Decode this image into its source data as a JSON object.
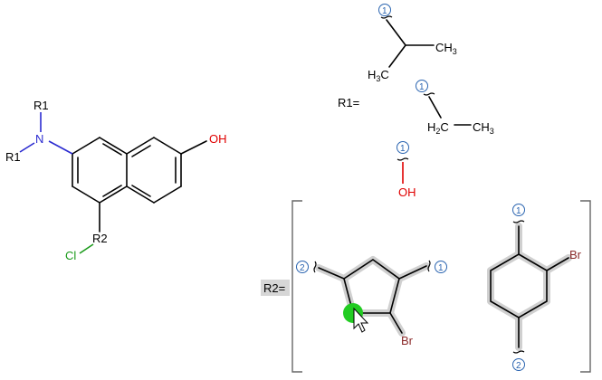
{
  "core": {
    "r1_top": "R1",
    "r1_left": "R1",
    "nitrogen": "N",
    "hydroxyl": "OH",
    "r2": "R2",
    "chlorine": "Cl"
  },
  "r1_group": {
    "label": "R1=",
    "isopropyl": {
      "attach": "1",
      "ch3": "CH",
      "ch3_sub": "3",
      "h3c_h": "H",
      "h3c_sub": "3",
      "h3c_c": "C"
    },
    "ethyl": {
      "attach": "1",
      "h2c_h": "H",
      "h2c_sub": "2",
      "h2c_c": "C",
      "ch3": "CH",
      "ch3_sub": "3"
    },
    "hydroxyl": {
      "attach": "1",
      "oh": "OH"
    }
  },
  "r2_group": {
    "label": "R2=",
    "cyclopentyl": {
      "attach_left": "2",
      "attach_right": "1",
      "br": "Br"
    },
    "cyclohexyl": {
      "attach_top": "1",
      "attach_bottom": "2",
      "br": "Br"
    }
  },
  "colors": {
    "nitrogen": "#2b2bd0",
    "oxygen": "#e00000",
    "chlorine": "#1a9a1a",
    "bromine": "#8b2a2a",
    "attachment_number": "#2a64b0",
    "highlight": "#d0d0d0",
    "cursor_dot": "#22cc22"
  }
}
